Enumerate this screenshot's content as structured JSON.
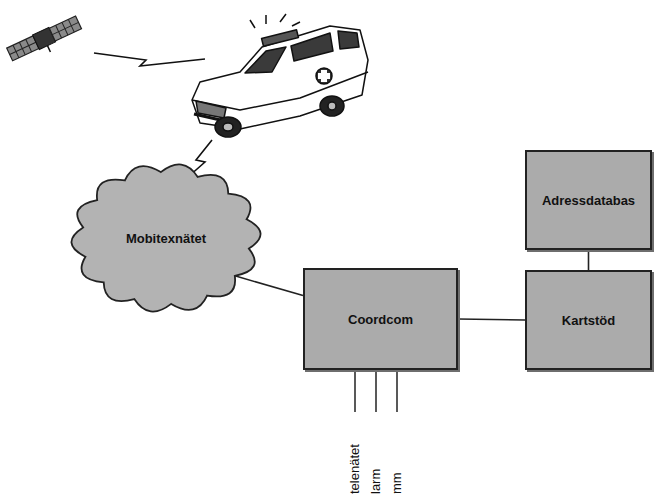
{
  "diagram": {
    "nodes": [
      {
        "text": [
          "Mobitexnätet"
        ]
      },
      {
        "text": [
          "Adressdatabas"
        ]
      },
      {
        "text": [
          "Coordcom"
        ]
      },
      {
        "text": [
          "Kartstöd"
        ]
      }
    ],
    "edges": [
      {
        "from": 0,
        "to": 2,
        "arrow": "none"
      },
      {
        "from": 2,
        "to": 3,
        "arrow": "none"
      },
      {
        "from": 1,
        "to": 3,
        "arrow": "none"
      }
    ],
    "labels": [
      "telenätet",
      "larm",
      "mm"
    ]
  }
}
